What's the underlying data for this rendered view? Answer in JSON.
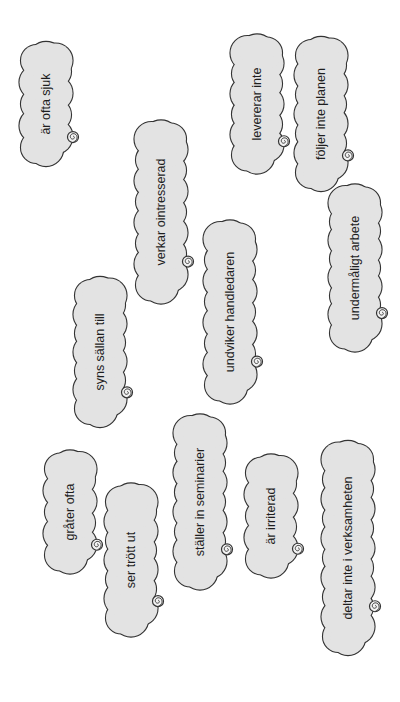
{
  "diagram": {
    "nodes": [
      {
        "text": [
          "gråter ofta"
        ]
      },
      {
        "text": [
          "syns sällan till"
        ]
      },
      {
        "text": [
          "är ofta sjuk"
        ]
      },
      {
        "text": [
          "ser trött ut"
        ]
      },
      {
        "text": [
          "verkar ointresserad"
        ]
      },
      {
        "text": [
          "ställer in seminarier"
        ]
      },
      {
        "text": [
          "undviker handledaren"
        ]
      },
      {
        "text": [
          "levererar inte"
        ]
      },
      {
        "text": [
          "är irriterad"
        ]
      },
      {
        "text": [
          "följer inte planen"
        ]
      },
      {
        "text": [
          "deltar inte i verksamheten"
        ]
      },
      {
        "text": [
          "undermåligt arbete"
        ]
      }
    ]
  }
}
